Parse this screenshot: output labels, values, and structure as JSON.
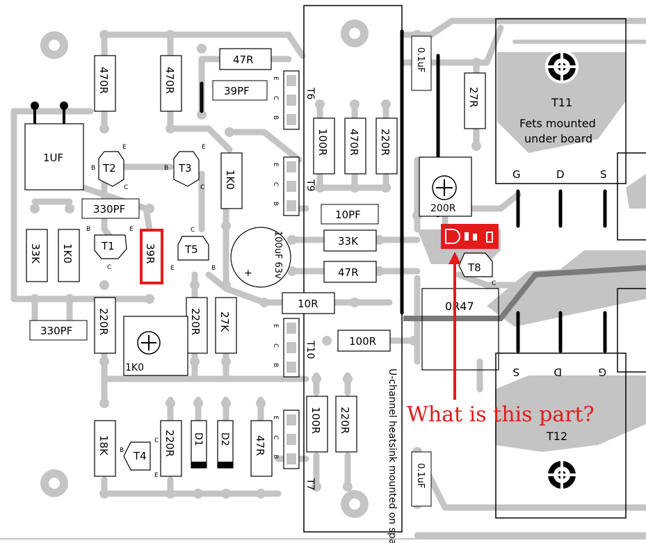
{
  "annotation": {
    "question": "What is this part?",
    "color": "#e31b1b"
  },
  "colors": {
    "trace": "#c4c4c4",
    "outline": "#000000",
    "highlight": "#e31b1b",
    "heatsink_stroke": "#7a7a7a"
  },
  "headers": {
    "left_cap": "1UF",
    "heatsink_note": "U-channel heatsink mounted on spacers",
    "fets_note_1": "Fets mounted",
    "fets_note_2": "under board"
  },
  "resistors": {
    "r470_left": "470R",
    "r470_mid": "470R",
    "r47_top": "47R",
    "r27_right": "27R",
    "r100_t6": "100R",
    "r470_t6": "470R",
    "r220_t6": "220R",
    "r1k0_mid": "1K0",
    "r33k_left": "33K",
    "r1k0_left": "1K0",
    "r39_red": "39R",
    "r33k_mid": "33K",
    "r47_mid": "47R",
    "r220_b": "220R",
    "r220_c": "220R",
    "r27k": "27K",
    "r10": "10R",
    "r100_mid": "100R",
    "r18k": "18K",
    "r220_d": "220R",
    "r47_low": "47R",
    "r100_low": "100R",
    "r220_low": "220R",
    "r0r47": "0R47"
  },
  "capacitors": {
    "c39pf": "39PF",
    "c330pf_a": "330PF",
    "c10pf": "10PF",
    "c330pf_b": "330PF",
    "c01_top": "0.1uF",
    "c01_bot": "0.1uF",
    "electrolytic": "100uF 63v"
  },
  "pots": {
    "pot1k0": "1K0",
    "pot200r": "200R"
  },
  "transistors": {
    "t1": "T1",
    "t2": "T2",
    "t3": "T3",
    "t4": "T4",
    "t5": "T5",
    "t8": "T8",
    "t6": "T6",
    "t7": "T7",
    "t9": "T9",
    "t10": "T10",
    "t11": "T11",
    "t12": "T12"
  },
  "diodes": {
    "d1": "D1",
    "d2": "D2"
  },
  "pins": {
    "e": "E",
    "c": "C",
    "b": "B",
    "g": "G",
    "d": "D",
    "s": "S",
    "plus": "+"
  }
}
